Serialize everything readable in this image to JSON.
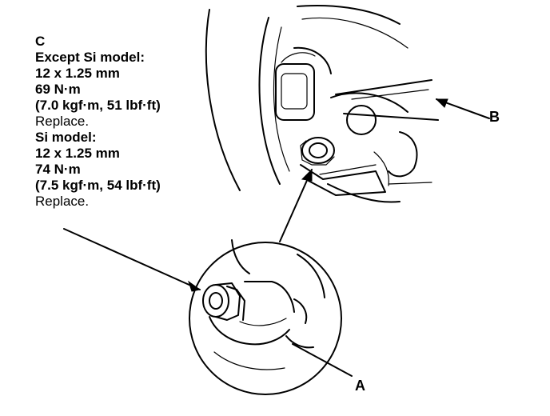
{
  "callouts": {
    "a": "A",
    "b": "B",
    "c": "C"
  },
  "spec_except_si": {
    "heading": "Except Si model:",
    "bolt": "12 x 1.25 mm",
    "torque": "69 N·m",
    "torque_alt": "(7.0 kgf·m, 51 lbf·ft)",
    "note": "Replace."
  },
  "spec_si": {
    "heading": "Si model:",
    "bolt": "12 x 1.25 mm",
    "torque": "74 N·m",
    "torque_alt": "(7.5 kgf·m, 54 lbf·ft)",
    "note": "Replace."
  }
}
